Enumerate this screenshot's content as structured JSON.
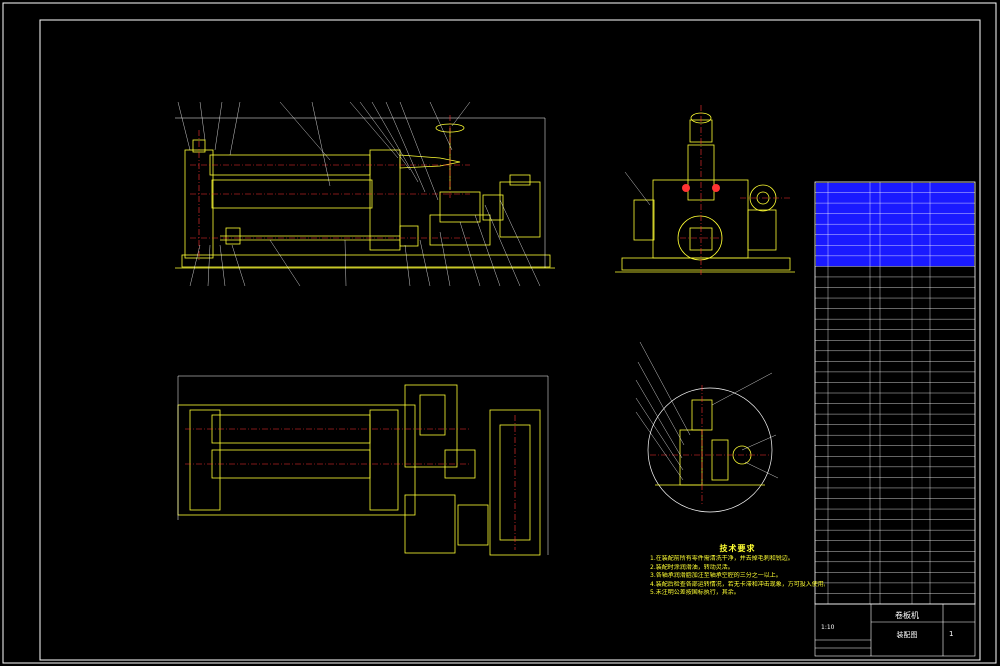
{
  "window": {
    "title": ""
  },
  "colors": {
    "background": "#000000",
    "frame": "#ffffff",
    "part_outline": "#ffff33",
    "center_line": "#ff3333",
    "highlight_rows": "#1a1aff",
    "annotation": "#ffffff"
  },
  "technical_requirements": {
    "title": "技术要求",
    "lines": [
      "1.在装配前所有零件需清洗干净，并去掉毛刺和锐边。",
      "2.装配时涂润滑油，转动灵活。",
      "3.各轴承润滑脂加注至轴承空腔的三分之一以上。",
      "4.装配后检查各部运转情况，若无卡滞和冲击现象，方可投入使用。",
      "5.未注明公差按国标执行，其余。"
    ]
  },
  "title_block": {
    "name": "卷板机",
    "drawing": "装配图",
    "scale": "1:10",
    "sheet": "1"
  },
  "parts_list": {
    "row_count": 40,
    "highlighted_rows": 8
  }
}
